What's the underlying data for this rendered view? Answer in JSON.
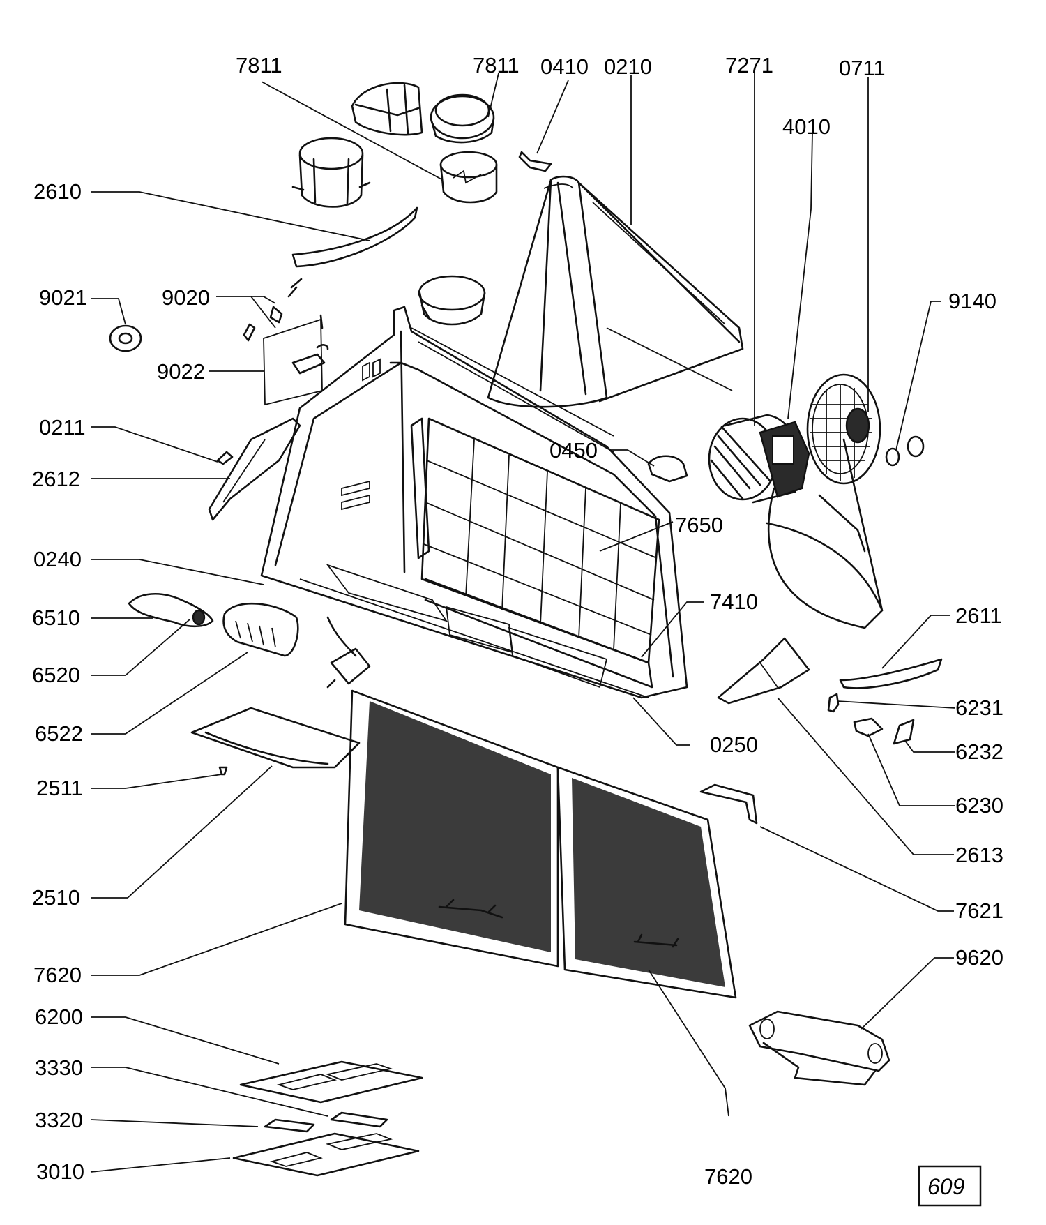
{
  "labels": {
    "l7811a": "7811",
    "l7811b": "7811",
    "l0410": "0410",
    "l0210": "0210",
    "l7271": "7271",
    "l0711": "0711",
    "l4010": "4010",
    "l2610": "2610",
    "l9021": "9021",
    "l9020": "9020",
    "l9140": "9140",
    "l9022": "9022",
    "l0211": "0211",
    "l0450": "0450",
    "l2612": "2612",
    "l7650": "7650",
    "l0240": "0240",
    "l7410": "7410",
    "l6510": "6510",
    "l2611": "2611",
    "l6520": "6520",
    "l6231": "6231",
    "l6522": "6522",
    "l0250": "0250",
    "l6232": "6232",
    "l2511": "2511",
    "l6230": "6230",
    "l2613": "2613",
    "l2510": "2510",
    "l7621": "7621",
    "l9620": "9620",
    "l7620a": "7620",
    "l6200": "6200",
    "l3330": "3330",
    "l3320": "3320",
    "l3010": "3010",
    "l7620b": "7620"
  },
  "sheet_number": "609"
}
